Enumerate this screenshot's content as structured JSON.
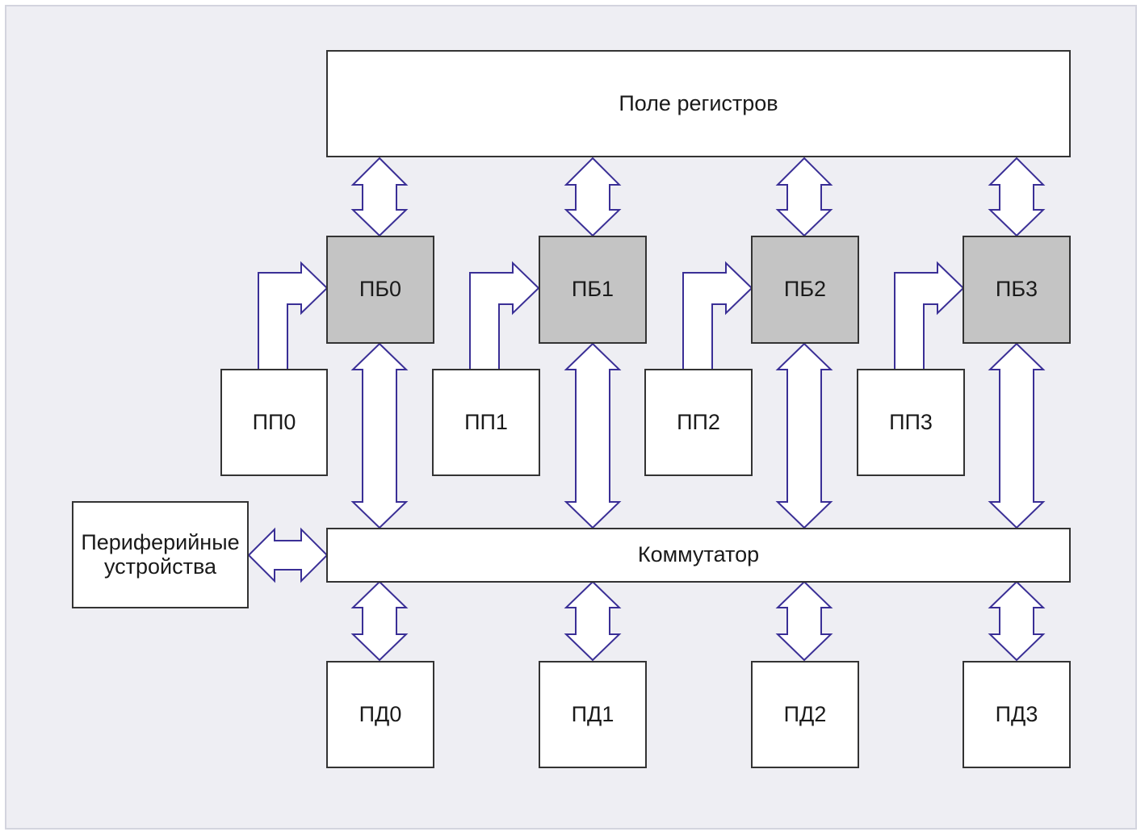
{
  "diagram": {
    "register_field": "Поле регистров",
    "switch": "Коммутатор",
    "peripherals": "Периферийные\nустройства",
    "execution_units": [
      "ПБ0",
      "ПБ1",
      "ПБ2",
      "ПБ3"
    ],
    "program_memories": [
      "ПП0",
      "ПП1",
      "ПП2",
      "ПП3"
    ],
    "data_memories": [
      "ПД0",
      "ПД1",
      "ПД2",
      "ПД3"
    ],
    "colors": {
      "arrow_stroke": "#3a2f96",
      "arrow_fill": "#ffffff",
      "block_fill": "#c4c4c4",
      "frame_fill": "#eeeef3"
    }
  }
}
